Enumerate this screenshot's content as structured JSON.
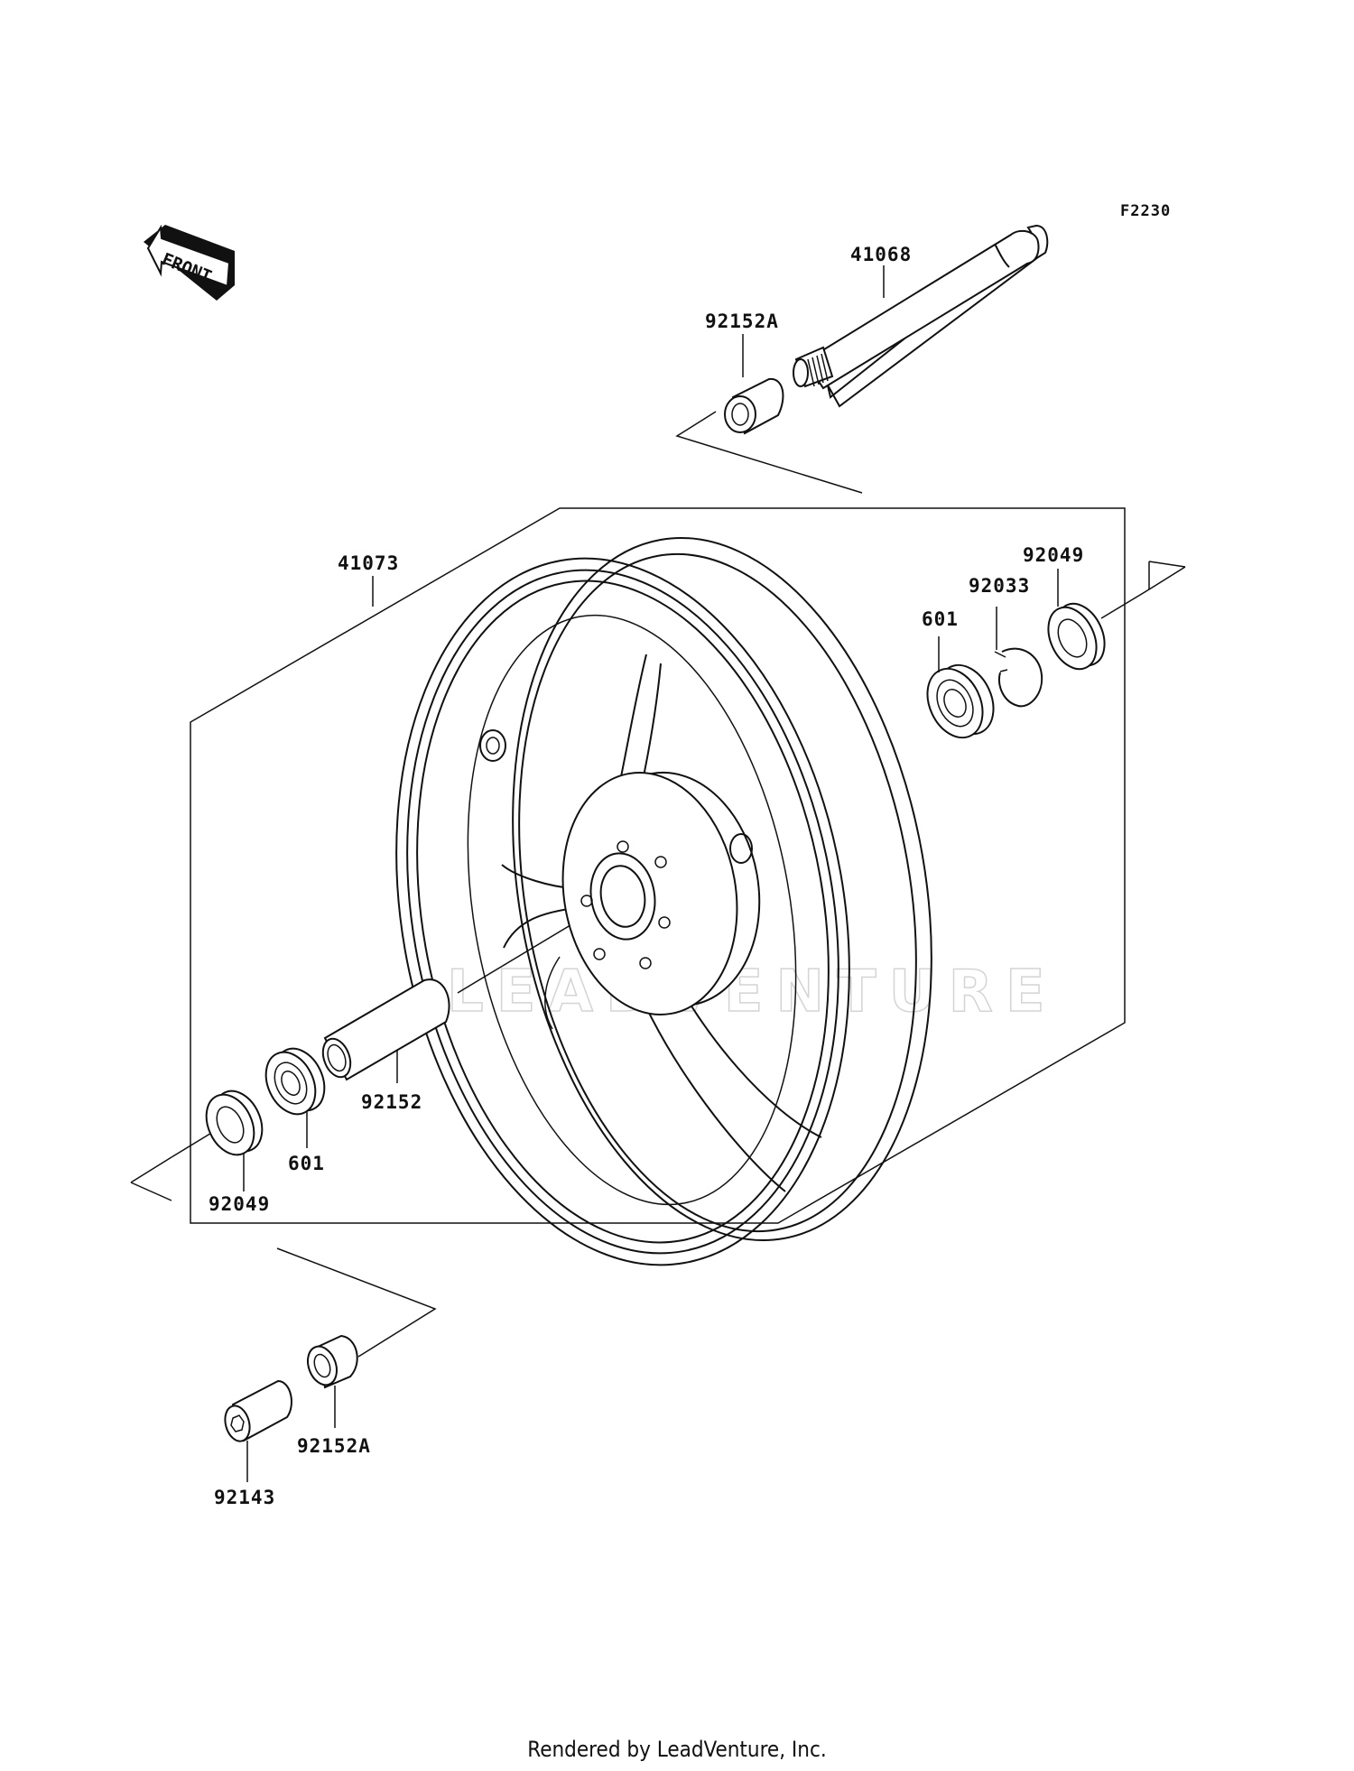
{
  "figure_ref": "F2230",
  "front_label": "FRONT",
  "watermark": "LEADVENTURE",
  "footer": "Rendered by LeadVenture, Inc.",
  "parts": {
    "axle": "41068",
    "collar_top": "92152A",
    "wheel": "41073",
    "seal_right": "92049",
    "circlip": "92033",
    "bearing_right": "601",
    "spacer": "92152",
    "bearing_left": "601",
    "seal_left": "92049",
    "collar_bottom": "92152A",
    "plug": "92143"
  }
}
